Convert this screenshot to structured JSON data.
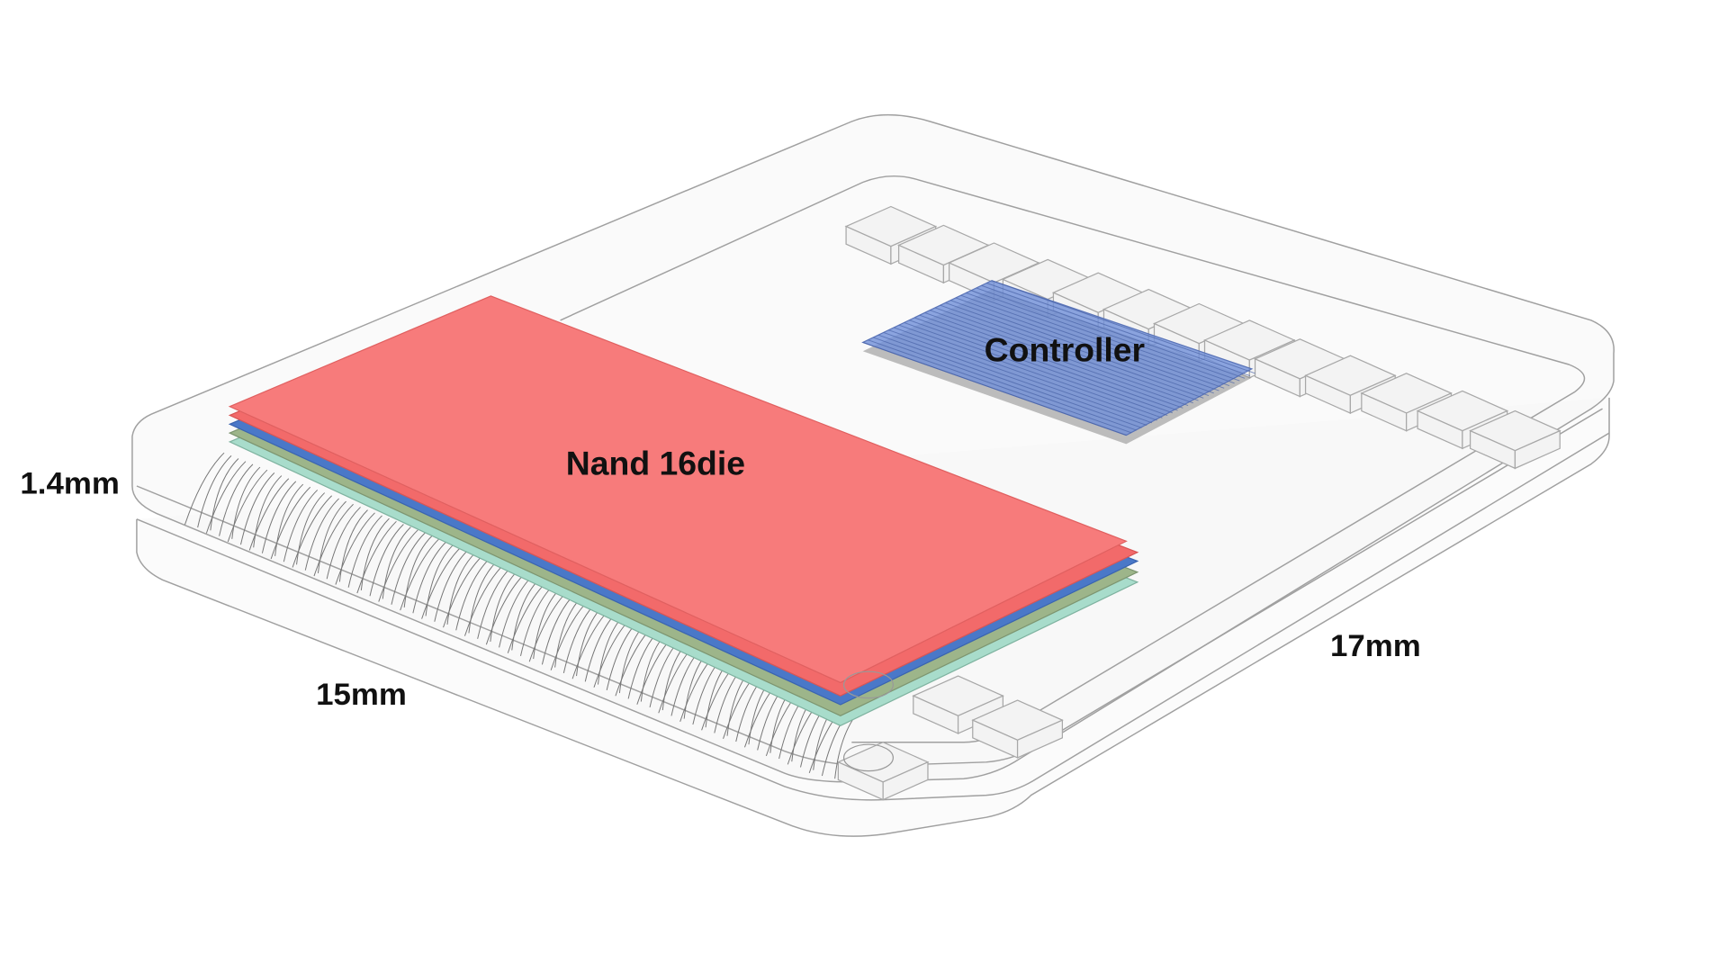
{
  "labels": {
    "nand": "Nand 16die",
    "controller": "Controller",
    "thickness": "1.4mm",
    "width": "15mm",
    "length": "17mm"
  },
  "colors": {
    "nand_top": "#f77b7b",
    "nand_blue": "#4a78c8",
    "nand_green": "#9db58a",
    "nand_teal": "#a8dccb",
    "controller": "#6f8fd8",
    "outline": "#9a9a9a"
  }
}
